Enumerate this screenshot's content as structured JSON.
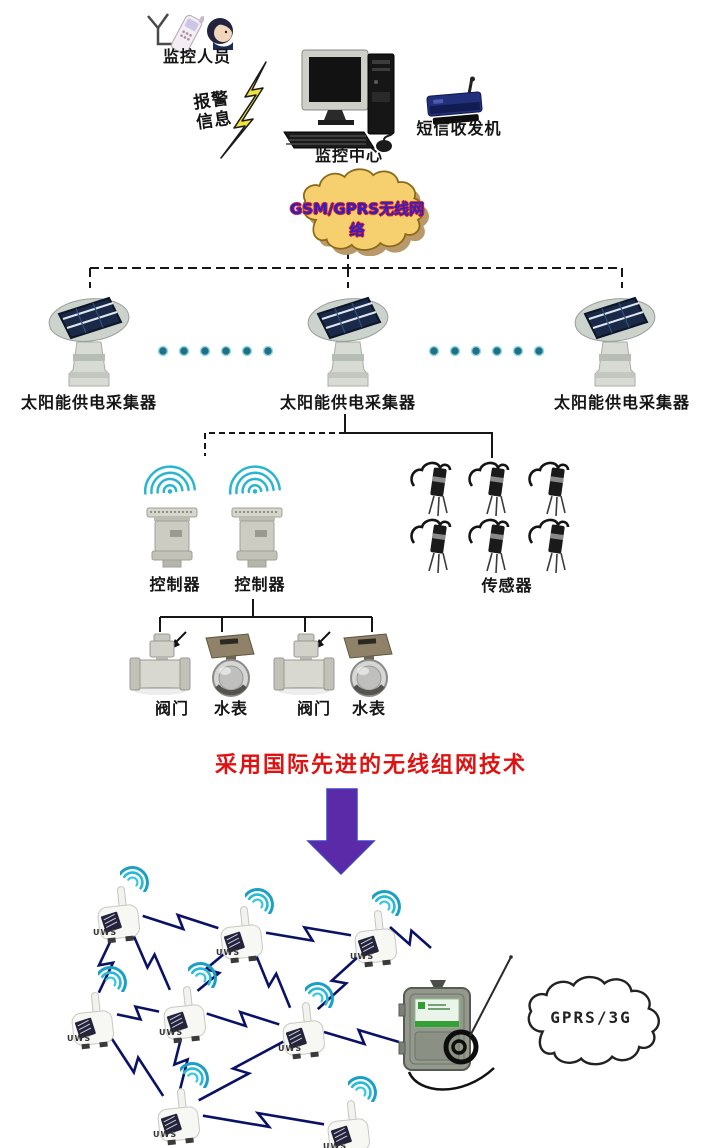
{
  "labels": {
    "monitor_person": "监控人员",
    "alarm_info": "报警信息",
    "monitor_center": "监控中心",
    "sms_transceiver": "短信收发机",
    "gsm_network_cloud": "GSM/GPRS无线网络",
    "solar_collector": "太阳能供电采集器",
    "controller": "控制器",
    "sensor": "传感器",
    "valve": "阀门",
    "water_meter": "水表",
    "slogan": "采用国际先进的无线组网技术",
    "uws": "UWS",
    "gprs_cloud": "GPRS/3G"
  },
  "counts": {
    "solar_collectors": 3,
    "controllers": 2,
    "sensors": 6,
    "valves": 2,
    "water_meters": 2,
    "uws_nodes": 8
  },
  "colors": {
    "slogan_red": "#e01111",
    "cloud_fill": "#f6cf6f",
    "cloud_text": "#2a21c8",
    "arrow_purple": "#5b2aa8",
    "bolt_yellow": "#f0e23e",
    "mesh_link": "#0b1266",
    "wifi_cyan": "#28b9d5",
    "dot_teal": "#1f7086"
  },
  "icons": [
    "antenna-icon",
    "mobile-phone-icon",
    "person-icon",
    "lightning-bolt-icon",
    "pc-icon",
    "sms-modem-icon",
    "cloud-icon",
    "solar-collector-icon",
    "wifi-icon",
    "controller-icon",
    "sensor-icon",
    "valve-icon",
    "water-meter-icon",
    "down-arrow-icon",
    "uws-node-icon",
    "gateway-box-icon",
    "coil-antenna-icon"
  ],
  "mesh": {
    "nodes": [
      "uws-1",
      "uws-2",
      "uws-3",
      "uws-4",
      "uws-5",
      "uws-6",
      "uws-7",
      "uws-8"
    ],
    "connections": [
      [
        "uws-1",
        "uws-2"
      ],
      [
        "uws-2",
        "uws-3"
      ],
      [
        "uws-1",
        "uws-4"
      ],
      [
        "uws-1",
        "uws-5"
      ],
      [
        "uws-2",
        "uws-5"
      ],
      [
        "uws-2",
        "uws-6"
      ],
      [
        "uws-3",
        "uws-6"
      ],
      [
        "uws-4",
        "uws-5"
      ],
      [
        "uws-5",
        "uws-6"
      ],
      [
        "uws-4",
        "uws-7"
      ],
      [
        "uws-5",
        "uws-7"
      ],
      [
        "uws-6",
        "uws-7"
      ],
      [
        "uws-7",
        "uws-8"
      ],
      [
        "uws-6",
        "gateway"
      ],
      [
        "uws-3",
        "gateway"
      ]
    ]
  }
}
